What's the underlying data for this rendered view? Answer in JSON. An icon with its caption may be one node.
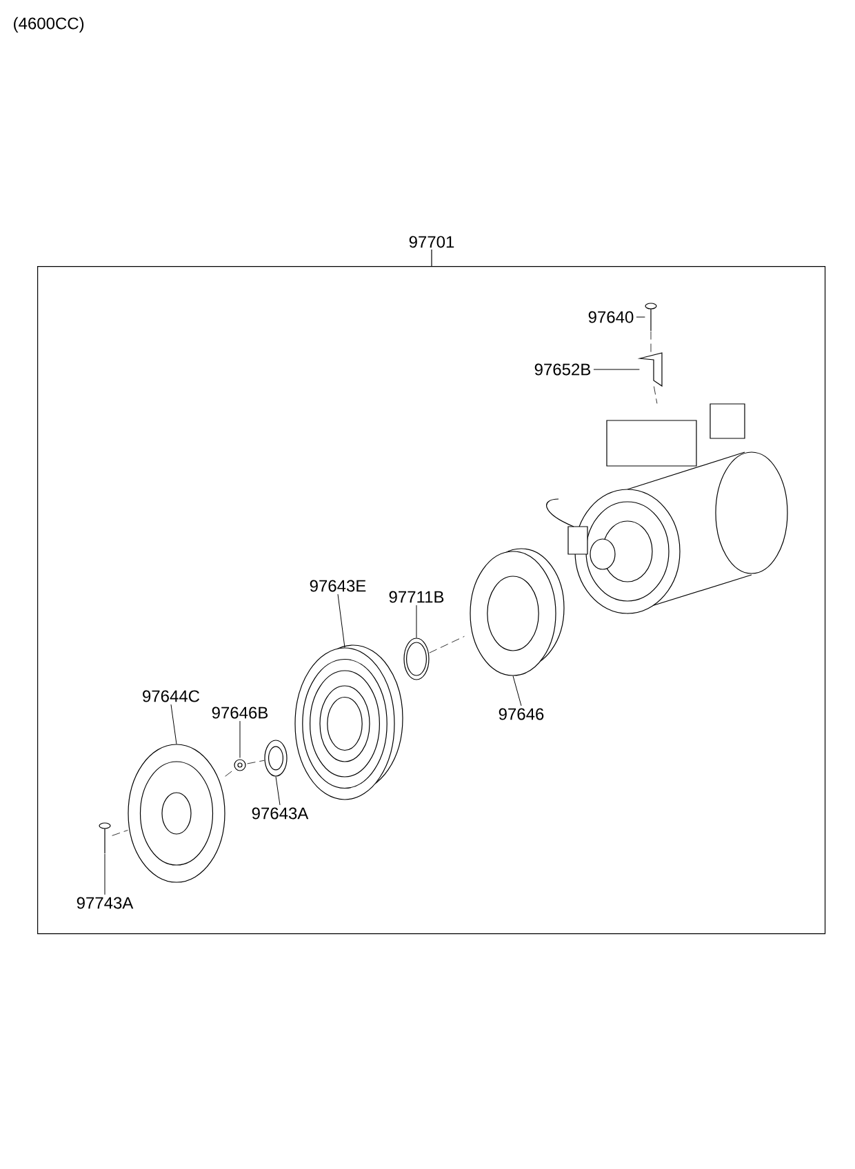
{
  "diagram": {
    "title": "(4600CC)",
    "nodes": [
      {
        "text": [
          "97701"
        ]
      },
      {
        "text": [
          "97640"
        ],
        "in": 0
      },
      {
        "text": [],
        "shape": "picture",
        "in": 0
      },
      {
        "text": [
          "97652B"
        ],
        "in": 0
      },
      {
        "text": [],
        "shape": "picture",
        "in": 0
      },
      {
        "text": [],
        "shape": "picture",
        "in": 0
      },
      {
        "text": [
          "97643E"
        ],
        "in": 0
      },
      {
        "text": [],
        "shape": "picture",
        "in": 0
      },
      {
        "text": [
          "97711B"
        ],
        "in": 0
      },
      {
        "text": [],
        "shape": "picture",
        "in": 0
      },
      {
        "text": [
          "97646"
        ],
        "in": 0
      },
      {
        "text": [],
        "shape": "picture",
        "in": 0
      },
      {
        "text": [
          "97644C"
        ],
        "in": 0
      },
      {
        "text": [],
        "shape": "picture",
        "in": 0
      },
      {
        "text": [
          "97646B"
        ],
        "in": 0
      },
      {
        "text": [],
        "shape": "picture",
        "in": 0
      },
      {
        "text": [
          "97643A"
        ],
        "in": 0
      },
      {
        "text": [],
        "shape": "picture",
        "in": 0
      },
      {
        "text": [
          "97743A"
        ],
        "in": 0
      },
      {
        "text": [],
        "shape": "picture",
        "in": 0
      }
    ],
    "edges": [
      {
        "from": 1,
        "to": 2,
        "arrow": "none"
      },
      {
        "from": 3,
        "to": 4,
        "arrow": "none"
      },
      {
        "from": 6,
        "to": 7,
        "arrow": "none"
      },
      {
        "from": 8,
        "to": 9,
        "arrow": "none"
      },
      {
        "from": 10,
        "to": 11,
        "arrow": "none"
      },
      {
        "from": 12,
        "to": 13,
        "arrow": "none"
      },
      {
        "from": 14,
        "to": 15,
        "arrow": "none"
      },
      {
        "from": 16,
        "to": 17,
        "arrow": "none"
      },
      {
        "from": 18,
        "to": 19,
        "arrow": "none"
      },
      {
        "from": 2,
        "to": 4,
        "arrow": "none",
        "style": "dashed"
      },
      {
        "from": 4,
        "to": 5,
        "arrow": "none",
        "style": "dashed"
      },
      {
        "from": 19,
        "to": 13,
        "arrow": "none",
        "style": "dashed"
      },
      {
        "from": 13,
        "to": 15,
        "arrow": "none",
        "style": "dashed"
      },
      {
        "from": 15,
        "to": 17,
        "arrow": "none",
        "style": "dashed"
      },
      {
        "from": 9,
        "to": 11,
        "arrow": "none",
        "style": "dashed"
      }
    ]
  }
}
